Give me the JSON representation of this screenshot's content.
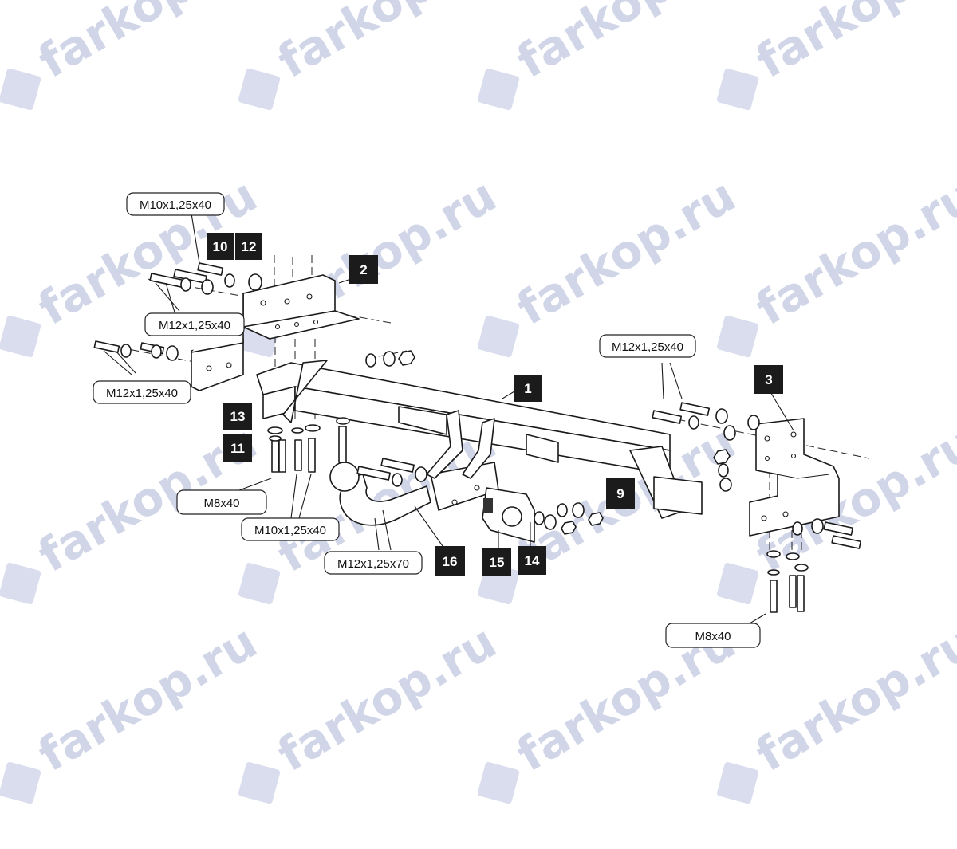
{
  "watermark": {
    "text": "farkop.ru",
    "color": "#aab3d6",
    "icon": "car-logo-icon"
  },
  "parts": {
    "p1": "1",
    "p2": "2",
    "p3": "3",
    "p9": "9",
    "p10": "10",
    "p11": "11",
    "p12": "12",
    "p13": "13",
    "p14": "14",
    "p15": "15",
    "p16": "16"
  },
  "callouts": {
    "top_left_m10": "M10x1,25x40",
    "left_upper_m12": "M12x1,25x40",
    "left_lower_m12": "M12x1,25x40",
    "right_m12": "M12x1,25x40",
    "left_m8": "M8x40",
    "center_m10": "M10x1,25x40",
    "center_m12x70": "M12x1,25x70",
    "right_m8": "M8x40"
  }
}
